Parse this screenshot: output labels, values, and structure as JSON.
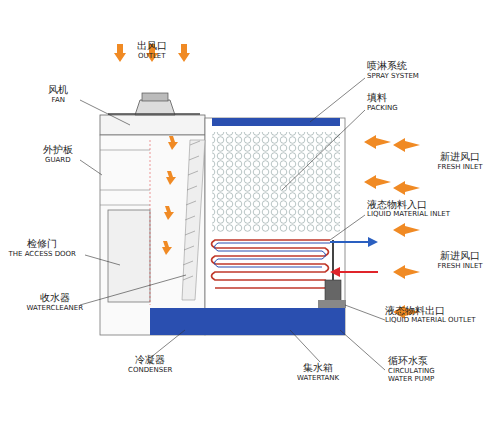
{
  "diagram": {
    "labels": [
      "出风口",
      "OUTLET",
      "喷淋系统",
      "SPRAY SYSTEM",
      "填料",
      "PACKING",
      "风机",
      "FAN",
      "外护板",
      "GUARD",
      "新进风口",
      "FRESH INLET",
      "检修门",
      "THE ACCESS DOOR",
      "液态物料入口",
      "LIQUID MATERIAL INLET",
      "新进风口",
      "FRESH INLET",
      "收水器",
      "WATERCLEANER",
      "液态物料出口",
      "LIQUID MATERIAL OUTLET",
      "冷凝器",
      "CONDENSER",
      "循环水泵",
      "CIRCULATING WATER PUMP",
      "集水箱",
      "WATERTANK"
    ]
  }
}
